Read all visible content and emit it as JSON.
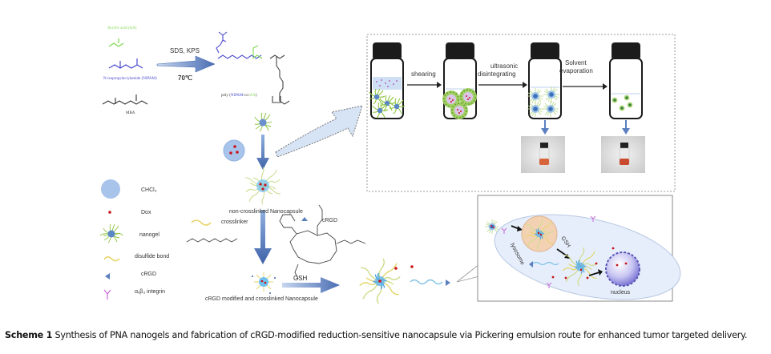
{
  "reaction": {
    "monomer_aa": "Acrylic acid (AA)",
    "monomer_nipam": "N-isopropylacrylamide (NIPAM)",
    "crosslinker_mba": "MBA",
    "conditions_top": "SDS,  KPS",
    "conditions_bottom": "70℃",
    "polymer_label_prefix": "poly (",
    "polymer_label_nipam": "NIPAM",
    "polymer_label_co": "-co-",
    "polymer_label_aa": "AA",
    "polymer_label_suffix": ")"
  },
  "process_box": {
    "steps": [
      {
        "label": "shearing"
      },
      {
        "label_line1": "ultrasonic",
        "label_line2": "disintegrating"
      },
      {
        "label_line1": "Solvent",
        "label_line2": "evaporation"
      }
    ]
  },
  "legend": {
    "items": [
      {
        "icon": "chcl3-droplet-icon",
        "label": "CHCl₃"
      },
      {
        "icon": "dox-dot-icon",
        "label": "Dox"
      },
      {
        "icon": "nanogel-icon",
        "label": "nanogel"
      },
      {
        "icon": "disulfide-bond-icon",
        "label": "disulfide bond"
      },
      {
        "icon": "crgd-triangle-icon",
        "label": "cRGD"
      },
      {
        "icon": "integrin-icon",
        "label": "αᵥβ₃ integrin"
      }
    ]
  },
  "assembly": {
    "non_crosslinked_label": "non-crosslinked Nanocapsule",
    "crosslinker_label": "crosslinker",
    "crgd_label": "cRGD",
    "gsh_label": "GSH",
    "crosslinked_label": "cRGD modified and crosslinked Nanocapsule"
  },
  "cell": {
    "lysosome_label": "lysosome",
    "gsh_label": "GSH",
    "nucleus_label": "nucleus"
  },
  "colors": {
    "arrow_blue": "#5b7fbf",
    "chcl3_blue": "#9dbbe3",
    "dox_red": "#c8151b",
    "nanogel_green": "#8cc63f",
    "crosslinker_yellow": "#e8d56a",
    "integrin_purple": "#c86ad8",
    "cell_fill": "#e6eefb",
    "lysosome_fill": "#f3d2b4",
    "nucleus_purple": "#7e78d8",
    "nipam_blue": "#4a4ad0",
    "aa_green": "#7ed94e"
  },
  "caption": {
    "bold": "Scheme 1",
    "text": " Synthesis of PNA nanogels and fabrication of cRGD-modified reduction-sensitive nanocapsule via Pickering emulsion route for enhanced tumor targeted delivery."
  }
}
